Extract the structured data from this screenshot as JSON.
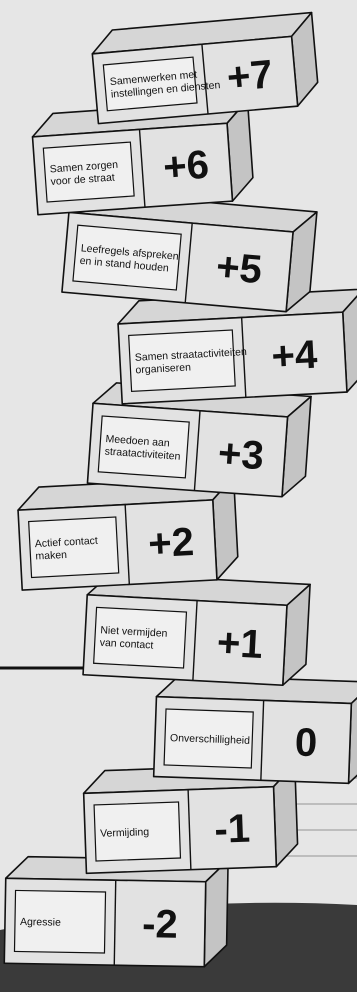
{
  "steps": [
    {
      "value": "+7",
      "label_lines": [
        "Samenwerken met",
        "instellingen en diensten"
      ]
    },
    {
      "value": "+6",
      "label_lines": [
        "Samen zorgen",
        "voor de straat"
      ]
    },
    {
      "value": "+5",
      "label_lines": [
        "Leefregels afspreken",
        "en in stand houden"
      ]
    },
    {
      "value": "+4",
      "label_lines": [
        "Samen straatactiviteiten",
        "organiseren"
      ]
    },
    {
      "value": "+3",
      "label_lines": [
        "Meedoen aan",
        "straatactiviteiten"
      ]
    },
    {
      "value": "+2",
      "label_lines": [
        "Actief contact",
        "maken"
      ]
    },
    {
      "value": "+1",
      "label_lines": [
        "Niet vermijden",
        "van contact"
      ]
    },
    {
      "value": "0",
      "label_lines": [
        "Onverschilligheid"
      ]
    },
    {
      "value": "-1",
      "label_lines": [
        "Vermijding"
      ]
    },
    {
      "value": "-2",
      "label_lines": [
        "Agressie"
      ]
    }
  ],
  "colors": {
    "top": "#d6d6d6",
    "front": "#e2e2e2",
    "side": "#c4c4c4",
    "ink": "#111111"
  }
}
